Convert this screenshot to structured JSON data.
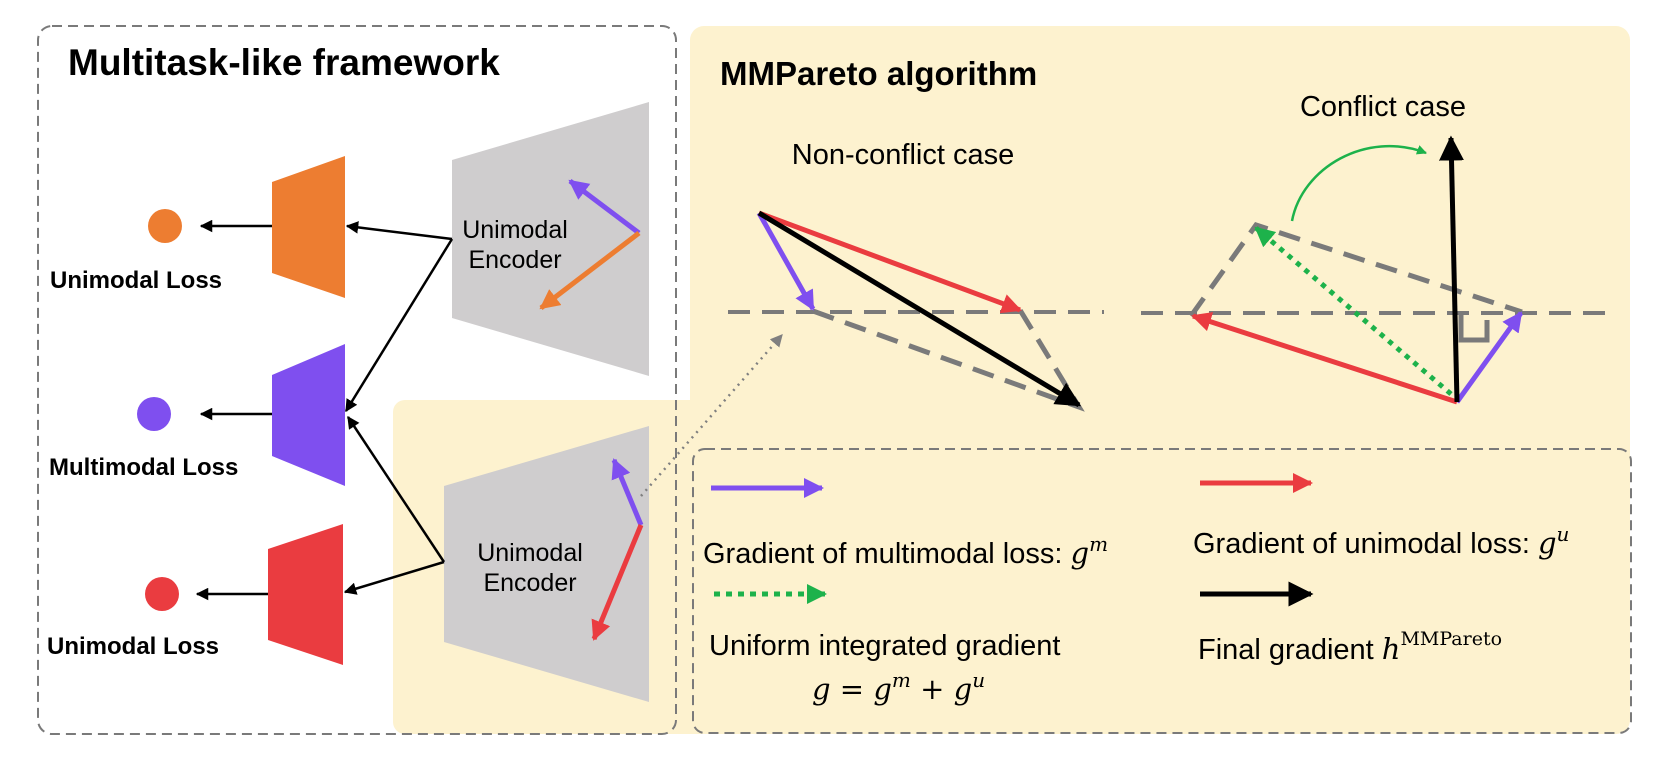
{
  "colors": {
    "orange": "#ed7d31",
    "purple": "#7f4fef",
    "red": "#ea3c40",
    "green": "#1db24b",
    "black": "#000000",
    "gray_encoder": "#cfcdce",
    "highlight": "#fdf2cf",
    "dash_gray": "#808080"
  },
  "left_panel": {
    "title": "Multitask-like framework",
    "encoder_top": {
      "line1": "Unimodal",
      "line2": "Encoder"
    },
    "encoder_bottom": {
      "line1": "Unimodal",
      "line2": "Encoder"
    },
    "losses": {
      "top": "Unimodal Loss",
      "middle": "Multimodal Loss",
      "bottom": "Unimodal Loss"
    }
  },
  "right_panel": {
    "title": "MMPareto algorithm",
    "non_conflict_label": "Non-conflict case",
    "conflict_label": "Conflict case"
  },
  "legend": {
    "multimodal": {
      "text": "Gradient of multimodal loss: ",
      "symbol": "g",
      "sup": "m"
    },
    "unimodal": {
      "text": "Gradient of unimodal loss: ",
      "symbol": "g",
      "sup": "u"
    },
    "uniform": {
      "line1": "Uniform integrated gradient",
      "eq_lhs": "g",
      "eq_eq": " = ",
      "eq_t1": "g",
      "eq_t1_sup": "m",
      "eq_plus": " + ",
      "eq_t2": "g",
      "eq_t2_sup": "u"
    },
    "final": {
      "text": "Final gradient ",
      "symbol": "h",
      "sup": "MMPareto"
    }
  }
}
